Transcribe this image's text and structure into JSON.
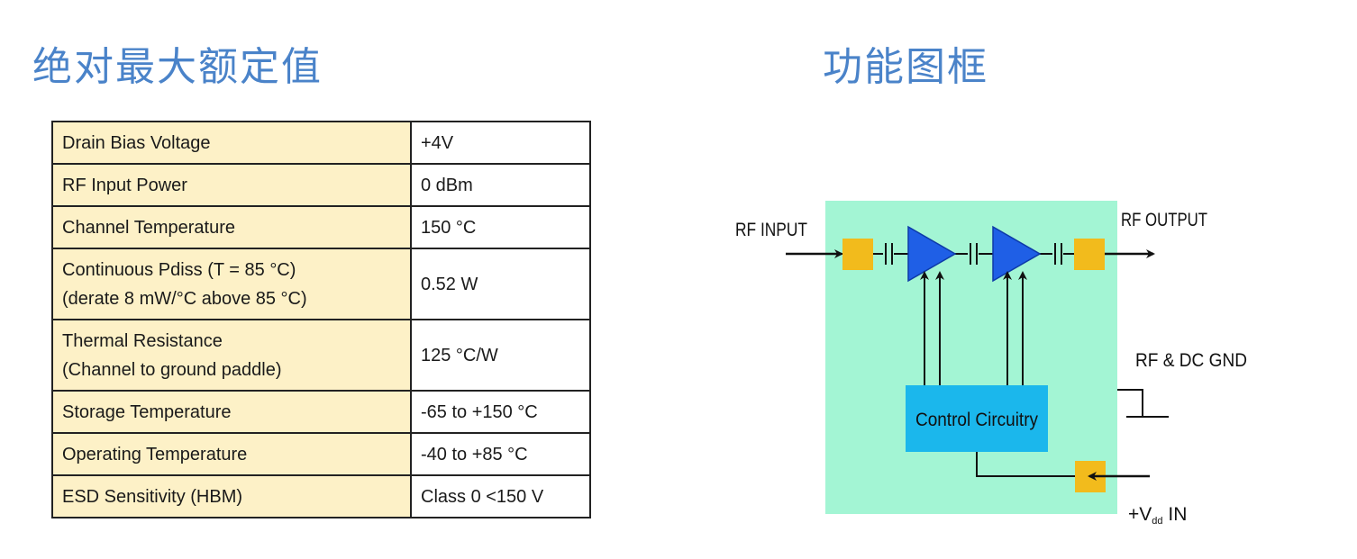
{
  "headings": {
    "absolute_max": "绝对最大额定值",
    "functional_diagram": "功能图框"
  },
  "ratings_table": {
    "rows": [
      {
        "parameter": [
          "Drain Bias Voltage"
        ],
        "value": "+4V"
      },
      {
        "parameter": [
          "RF Input Power"
        ],
        "value": "0 dBm"
      },
      {
        "parameter": [
          "Channel Temperature"
        ],
        "value": "150 °C"
      },
      {
        "parameter": [
          "Continuous Pdiss (T = 85 °C)",
          "(derate 8 mW/°C above 85 °C)"
        ],
        "value": "0.52 W"
      },
      {
        "parameter": [
          "Thermal Resistance",
          "(Channel to ground paddle)"
        ],
        "value": "125 °C/W"
      },
      {
        "parameter": [
          "Storage Temperature"
        ],
        "value": "-65 to +150 °C"
      },
      {
        "parameter": [
          "Operating Temperature"
        ],
        "value": "-40 to +85 °C"
      },
      {
        "parameter": [
          "ESD Sensitivity (HBM)"
        ],
        "value": "Class 0 <150 V"
      }
    ]
  },
  "diagram": {
    "rf_input": "RF INPUT",
    "rf_output": "RF OUTPUT",
    "gnd_label": "RF & DC GND",
    "control_label": "Control Circuitry",
    "vdd_prefix": "+V",
    "vdd_sub": "dd",
    "vdd_suffix": " IN",
    "colors": {
      "package": "#a3f5d4",
      "pad": "#f2bb1c",
      "amp": "#1f5fe6",
      "control": "#1bb7ec"
    }
  }
}
